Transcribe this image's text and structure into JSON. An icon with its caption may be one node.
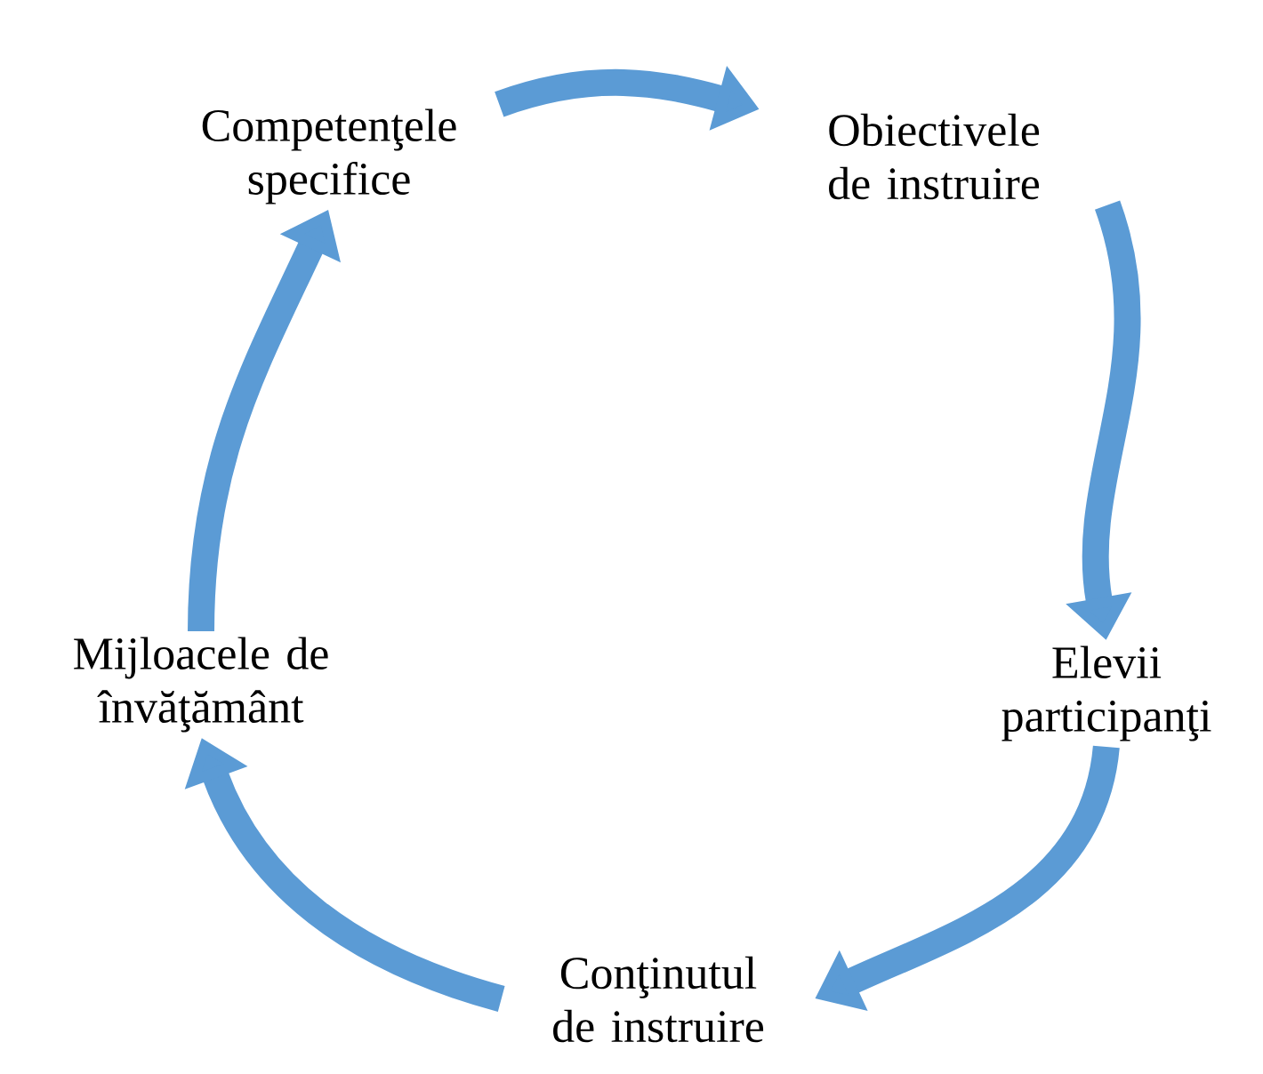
{
  "diagram": {
    "nodes": [
      {
        "text": [
          "Competenţele specifice"
        ]
      },
      {
        "text": [
          "Obiectivele de instruire"
        ]
      },
      {
        "text": [
          "Elevii participanţi"
        ]
      },
      {
        "text": [
          "Conţinutul de instruire"
        ]
      },
      {
        "text": [
          "Mijloacele de învăţământ"
        ]
      }
    ],
    "edges": [
      {
        "from": 0,
        "to": 1,
        "arrow": "to"
      },
      {
        "from": 1,
        "to": 2,
        "arrow": "to"
      },
      {
        "from": 2,
        "to": 3,
        "arrow": "to"
      },
      {
        "from": 3,
        "to": 4,
        "arrow": "to"
      },
      {
        "from": 4,
        "to": 0,
        "arrow": "to"
      }
    ]
  }
}
